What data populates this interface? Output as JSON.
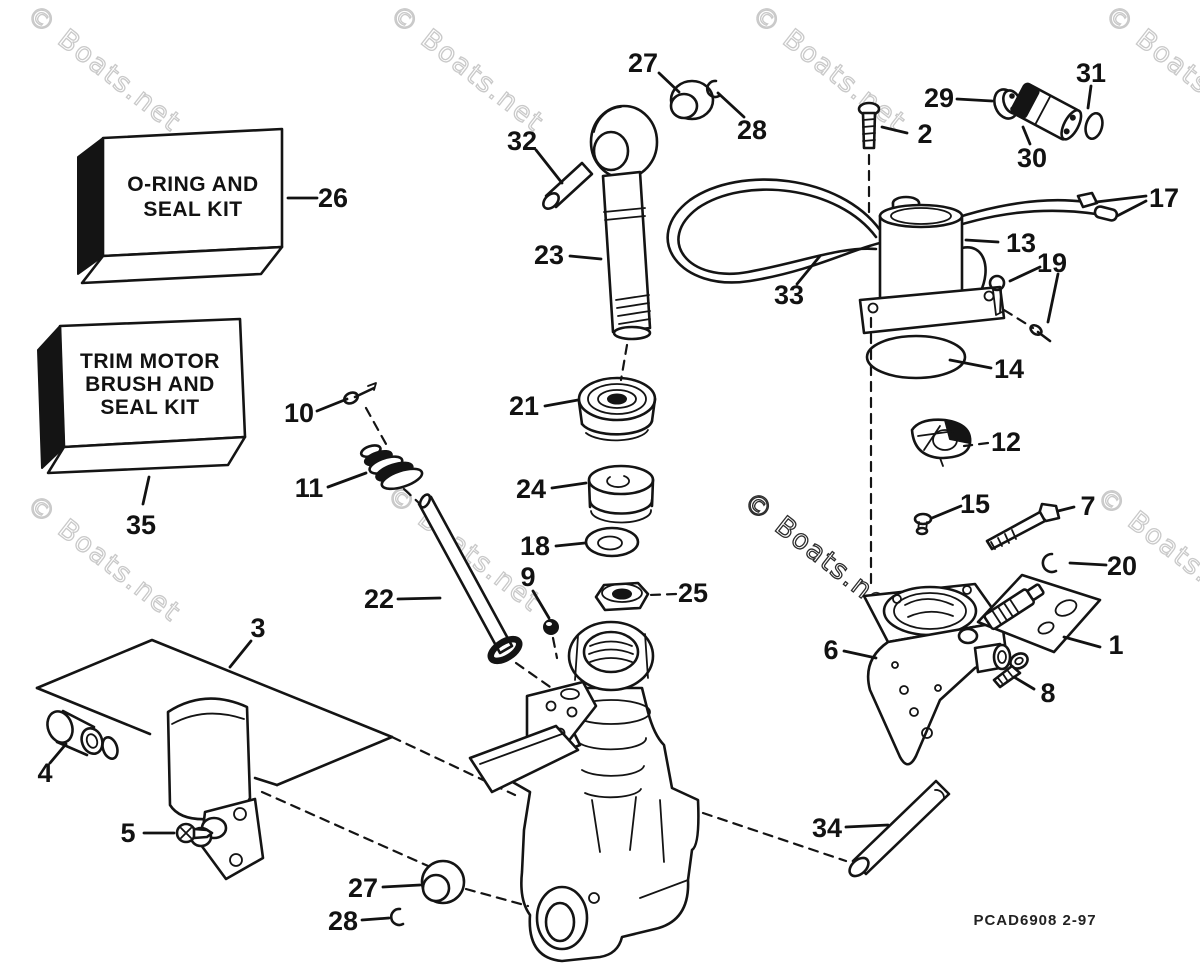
{
  "diagram": {
    "watermark_text": "© Boats.net",
    "footer_code": "PCAD6908  2-97",
    "kit_boxes": {
      "oring": {
        "line1": "O-RING AND",
        "line2": "SEAL KIT"
      },
      "trim": {
        "line1": "TRIM MOTOR",
        "line2": "BRUSH AND",
        "line3": "SEAL KIT"
      }
    },
    "callouts": {
      "n1": "1",
      "n2": "2",
      "n3": "3",
      "n4": "4",
      "n5": "5",
      "n6": "6",
      "n7": "7",
      "n8": "8",
      "n9": "9",
      "n10": "10",
      "n11": "11",
      "n12": "12",
      "n13": "13",
      "n14": "14",
      "n15": "15",
      "n17": "17",
      "n18": "18",
      "n19": "19",
      "n20": "20",
      "n21": "21",
      "n22": "22",
      "n23": "23",
      "n24": "24",
      "n25": "25",
      "n26": "26",
      "n27": "27",
      "n28": "28",
      "n29": "29",
      "n30": "30",
      "n31": "31",
      "n32": "32",
      "n33": "33",
      "n34": "34",
      "n35": "35"
    }
  }
}
